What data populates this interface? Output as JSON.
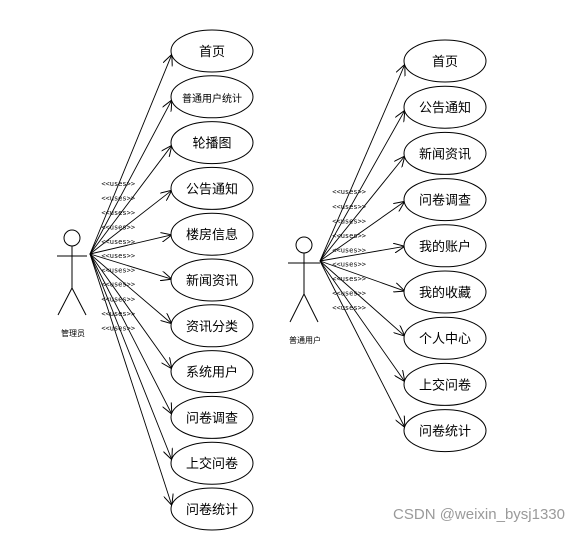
{
  "relation_label": "<<uses>>",
  "watermark": "CSDN @weixin_bysj1330",
  "actors": [
    {
      "name": "管理员",
      "use_cases": [
        "首页",
        "普通用户统计",
        "轮播图",
        "公告通知",
        "楼房信息",
        "新闻资讯",
        "资讯分类",
        "系统用户",
        "问卷调查",
        "上交问卷",
        "问卷统计"
      ]
    },
    {
      "name": "普通用户",
      "use_cases": [
        "首页",
        "公告通知",
        "新闻资讯",
        "问卷调查",
        "我的账户",
        "我的收藏",
        "个人中心",
        "上交问卷",
        "问卷统计"
      ]
    }
  ]
}
